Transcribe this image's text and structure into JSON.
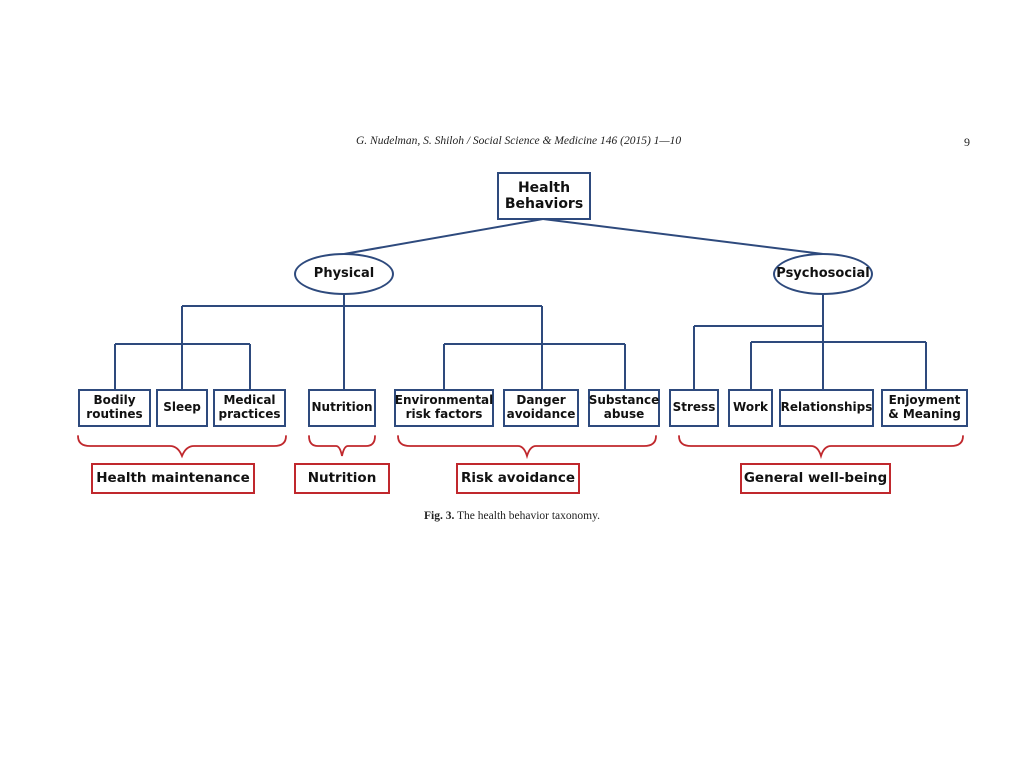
{
  "running_head": {
    "citation": "G. Nudelman, S. Shiloh / Social Science & Medicine 146 (2015) 1—10",
    "page_number": "9"
  },
  "figure": {
    "root": {
      "line1": "Health",
      "line2": "Behaviors"
    },
    "domains": {
      "physical": "Physical",
      "psychosocial": "Psychosocial"
    },
    "leaves": {
      "bodily_routines": {
        "line1": "Bodily",
        "line2": "routines"
      },
      "sleep": "Sleep",
      "medical_practices": {
        "line1": "Medical",
        "line2": "practices"
      },
      "nutrition": "Nutrition",
      "environmental_risk_factors": {
        "line1": "Environmental",
        "line2": "risk factors"
      },
      "danger_avoidance": {
        "line1": "Danger",
        "line2": "avoidance"
      },
      "substance_abuse": {
        "line1": "Substance",
        "line2": "abuse"
      },
      "stress": "Stress",
      "work": "Work",
      "relationships": "Relationships",
      "enjoyment_meaning": {
        "line1": "Enjoyment",
        "line2": "& Meaning"
      }
    },
    "categories": {
      "health_maintenance": "Health maintenance",
      "nutrition": "Nutrition",
      "risk_avoidance": "Risk avoidance",
      "general_well_being": "General well-being"
    },
    "colors": {
      "tree": "#2e4a7d",
      "category": "#c0282d"
    }
  },
  "caption": {
    "label": "Fig. 3.",
    "text": "The health behavior taxonomy."
  }
}
